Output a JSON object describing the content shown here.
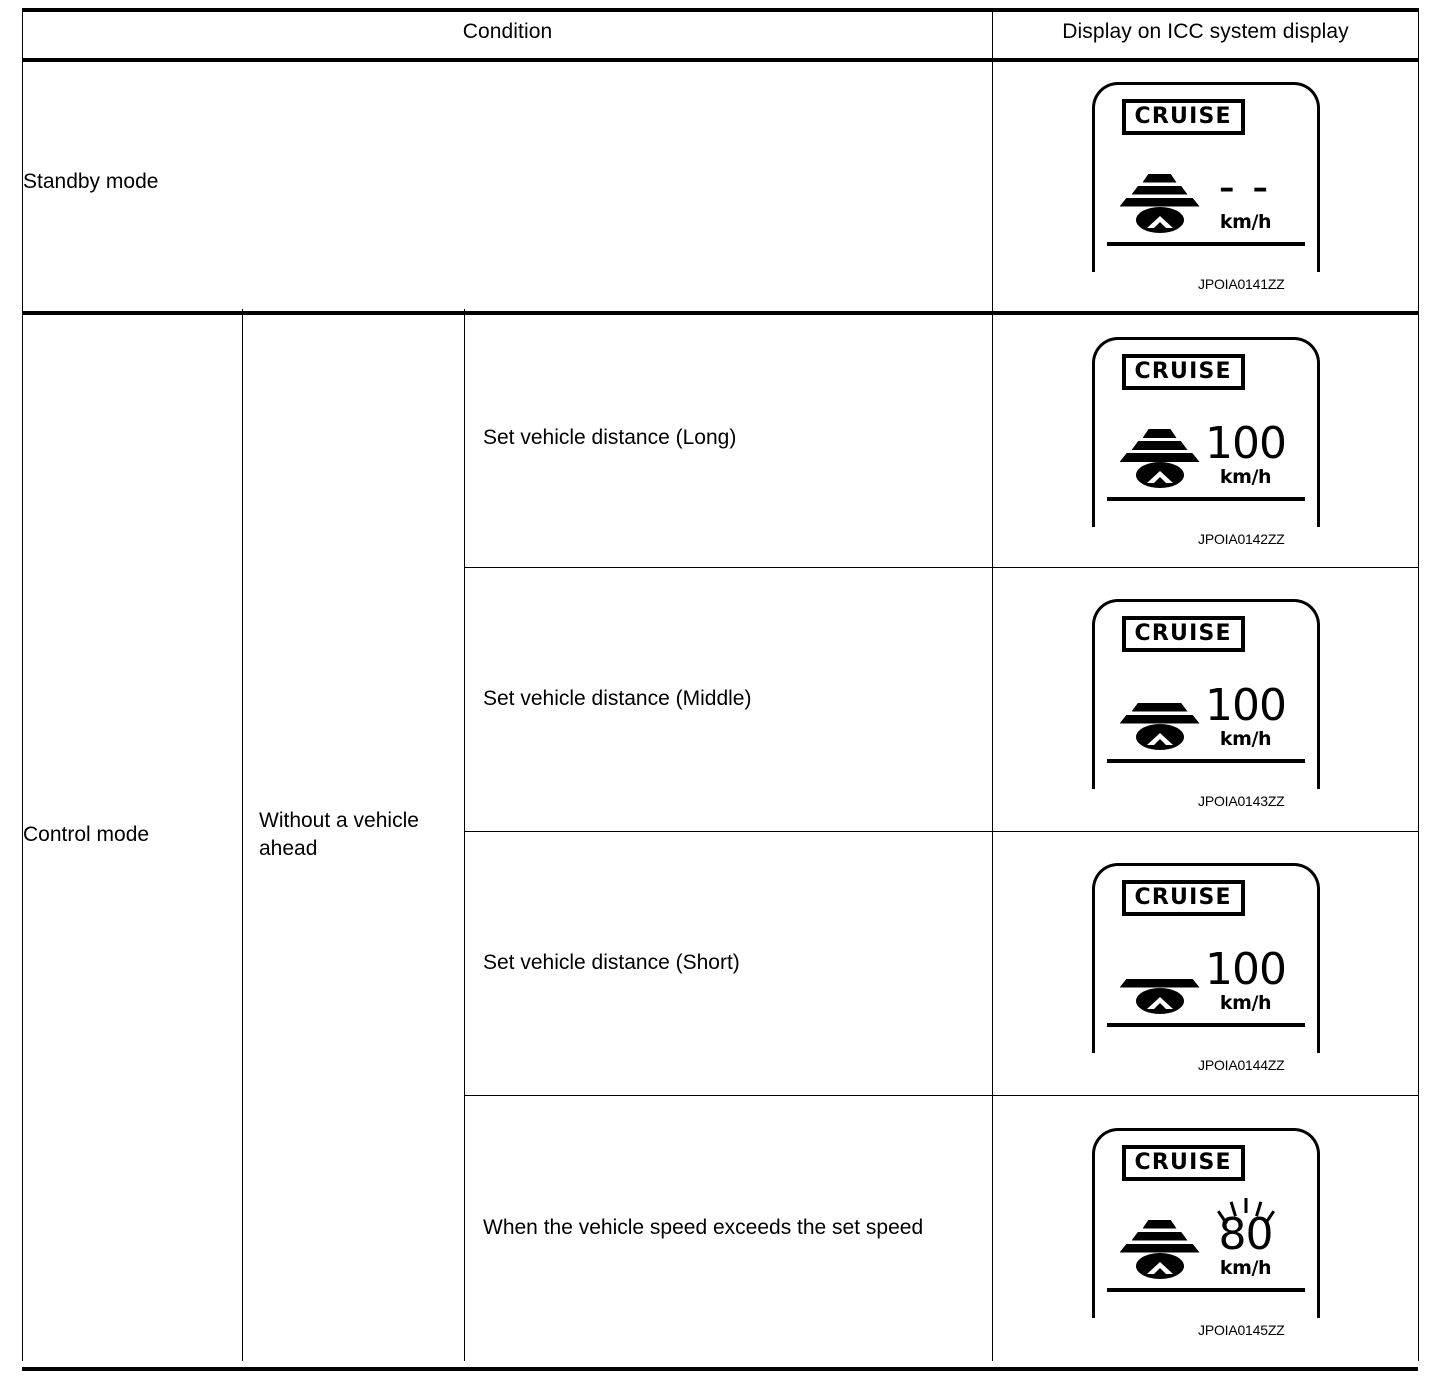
{
  "table": {
    "headers": {
      "condition": "Condition",
      "display": "Display on ICC system display"
    },
    "rows": [
      {
        "mode": "Standby mode",
        "group": "",
        "condition": "",
        "display": {
          "badge": "CRUISE",
          "speed": "– –",
          "unit": "km/h",
          "bars": 3,
          "blinking": false
        },
        "image_id": "JPOIA0141ZZ"
      },
      {
        "mode": "Control mode",
        "group": "Without a vehicle ahead",
        "condition": "Set vehicle distance (Long)",
        "display": {
          "badge": "CRUISE",
          "speed": "100",
          "unit": "km/h",
          "bars": 3,
          "blinking": false
        },
        "image_id": "JPOIA0142ZZ"
      },
      {
        "mode": "",
        "group": "",
        "condition": "Set vehicle distance (Middle)",
        "display": {
          "badge": "CRUISE",
          "speed": "100",
          "unit": "km/h",
          "bars": 2,
          "blinking": false
        },
        "image_id": "JPOIA0143ZZ"
      },
      {
        "mode": "",
        "group": "",
        "condition": "Set vehicle distance (Short)",
        "display": {
          "badge": "CRUISE",
          "speed": "100",
          "unit": "km/h",
          "bars": 1,
          "blinking": false
        },
        "image_id": "JPOIA0144ZZ"
      },
      {
        "mode": "",
        "group": "",
        "condition": "When the vehicle speed exceeds the set speed",
        "display": {
          "badge": "CRUISE",
          "speed": "80",
          "unit": "km/h",
          "bars": 3,
          "blinking": true
        },
        "image_id": "JPOIA0145ZZ"
      }
    ]
  },
  "colors": {
    "ink": "#000000",
    "paper": "#ffffff"
  }
}
